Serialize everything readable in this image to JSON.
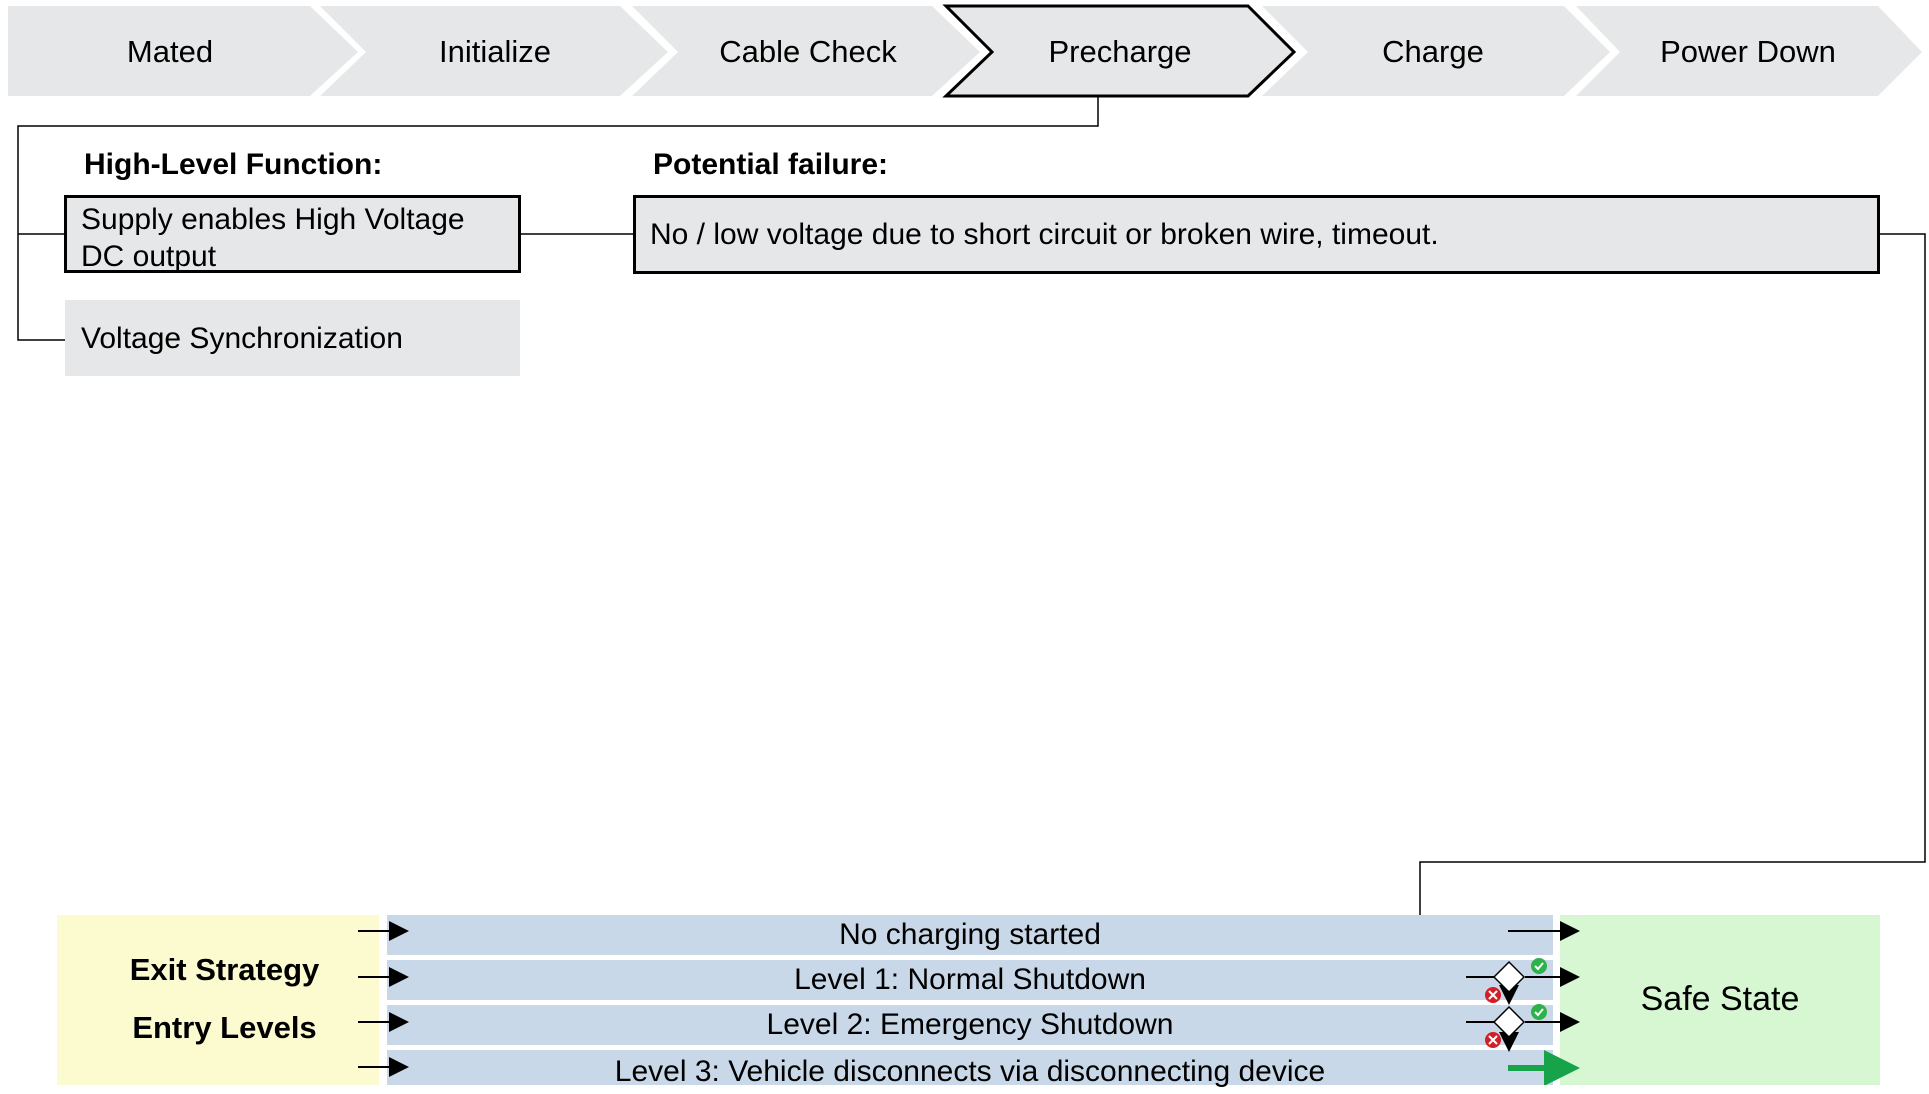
{
  "process_steps": [
    {
      "label": "Mated",
      "active": false
    },
    {
      "label": "Initialize",
      "active": false
    },
    {
      "label": "Cable Check",
      "active": false
    },
    {
      "label": "Precharge",
      "active": true
    },
    {
      "label": "Charge",
      "active": false
    },
    {
      "label": "Power Down",
      "active": false
    }
  ],
  "high_level_function": {
    "heading": "High-Level Function:",
    "items": [
      {
        "line1": "Supply enables High Voltage",
        "line2": "DC output"
      },
      {
        "line1": "Voltage Synchronization",
        "line2": ""
      }
    ]
  },
  "potential_failure": {
    "heading": "Potential failure:",
    "text": "No / low voltage due to short circuit or broken wire, timeout."
  },
  "exit_strategy": {
    "label_exit": "Exit Strategy",
    "label_entry": "Entry Levels",
    "levels": [
      "No charging started",
      "Level 1: Normal Shutdown",
      "Level 2: Emergency Shutdown",
      "Level 3: Vehicle disconnects via disconnecting device"
    ],
    "target": "Safe State"
  },
  "colors": {
    "step_fill": "#e6e7e8",
    "step_active_fill": "#e6e7e8",
    "box_fill": "#e6e7e8",
    "exit_label_fill": "#fbfbcf",
    "lane_fill": "#c9d8e8",
    "safe_state_fill": "#d7f7d3",
    "ok_green": "#2bb34a",
    "fail_red": "#d21f26",
    "arrow_green": "#16a34a"
  },
  "icons": [
    "check-icon",
    "cross-icon",
    "decision-diamond-icon",
    "arrow-right-icon"
  ]
}
